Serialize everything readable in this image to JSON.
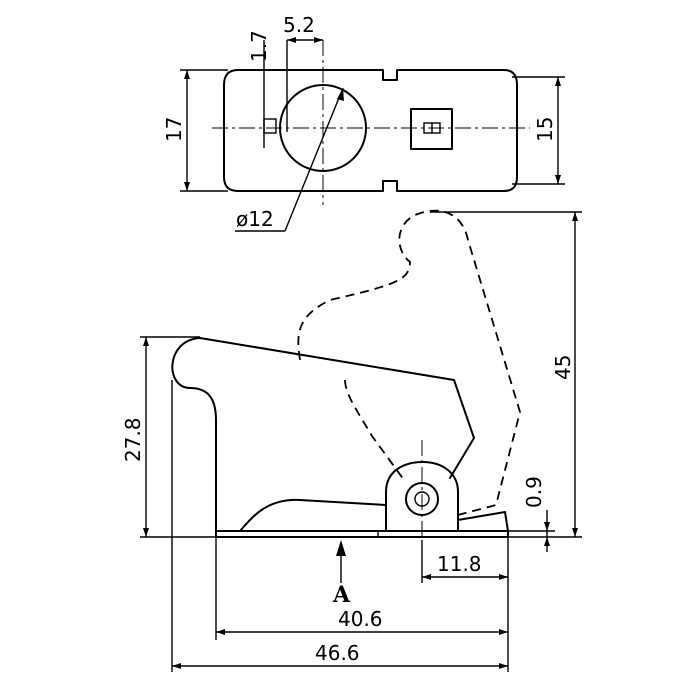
{
  "dimensions": {
    "d_1_7": "1.7",
    "d_5_2": "5.2",
    "d_17": "17",
    "d_15": "15",
    "d_dia12": "ø12",
    "d_45": "45",
    "d_27_8": "27.8",
    "d_0_9": "0.9",
    "d_11_8": "11.8",
    "d_40_6": "40.6",
    "d_46_6": "46.6"
  },
  "labels": {
    "view_a": "A"
  }
}
